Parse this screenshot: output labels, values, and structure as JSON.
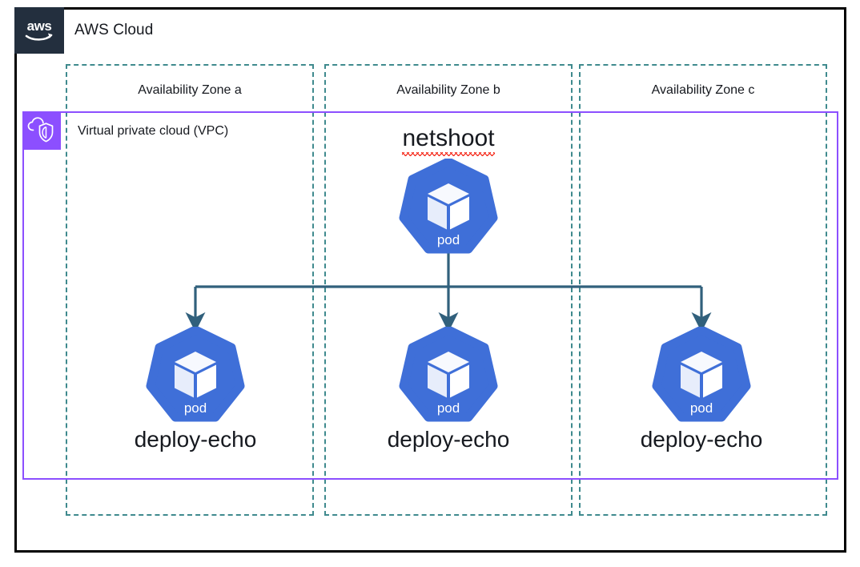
{
  "diagram": {
    "title": "AWS Cloud",
    "colors": {
      "aws_navy": "#232F3E",
      "az_teal": "#3F8A8E",
      "vpc_purple": "#8C4FFF",
      "pod_blue": "#3F6FD8",
      "arrow_slate": "#31607C",
      "spellcheck_red": "#F41C0C",
      "frame_black": "#000000",
      "text_dark": "#16191F"
    },
    "cloud": {
      "label": "AWS Cloud",
      "logo_icon": "aws-logo-icon"
    },
    "availability_zones": [
      {
        "id": "a",
        "label": "Availability Zone a"
      },
      {
        "id": "b",
        "label": "Availability Zone b"
      },
      {
        "id": "c",
        "label": "Availability Zone c"
      }
    ],
    "vpc": {
      "label": "Virtual private cloud (VPC)",
      "icon": "vpc-cloud-shield-icon"
    },
    "nodes": [
      {
        "id": "netshoot",
        "caption": "netshoot",
        "glyph_label": "pod",
        "icon": "kubernetes-pod-icon",
        "zone": "b",
        "spellcheck_underline": true
      },
      {
        "id": "deploy-echo-a",
        "caption": "deploy-echo",
        "glyph_label": "pod",
        "icon": "kubernetes-pod-icon",
        "zone": "a",
        "spellcheck_underline": false
      },
      {
        "id": "deploy-echo-b",
        "caption": "deploy-echo",
        "glyph_label": "pod",
        "icon": "kubernetes-pod-icon",
        "zone": "b",
        "spellcheck_underline": false
      },
      {
        "id": "deploy-echo-c",
        "caption": "deploy-echo",
        "glyph_label": "pod",
        "icon": "kubernetes-pod-icon",
        "zone": "c",
        "spellcheck_underline": false
      }
    ],
    "connections": [
      {
        "from": "netshoot",
        "to": "deploy-echo-a",
        "style": "arrow"
      },
      {
        "from": "netshoot",
        "to": "deploy-echo-b",
        "style": "arrow"
      },
      {
        "from": "netshoot",
        "to": "deploy-echo-c",
        "style": "arrow"
      }
    ]
  }
}
